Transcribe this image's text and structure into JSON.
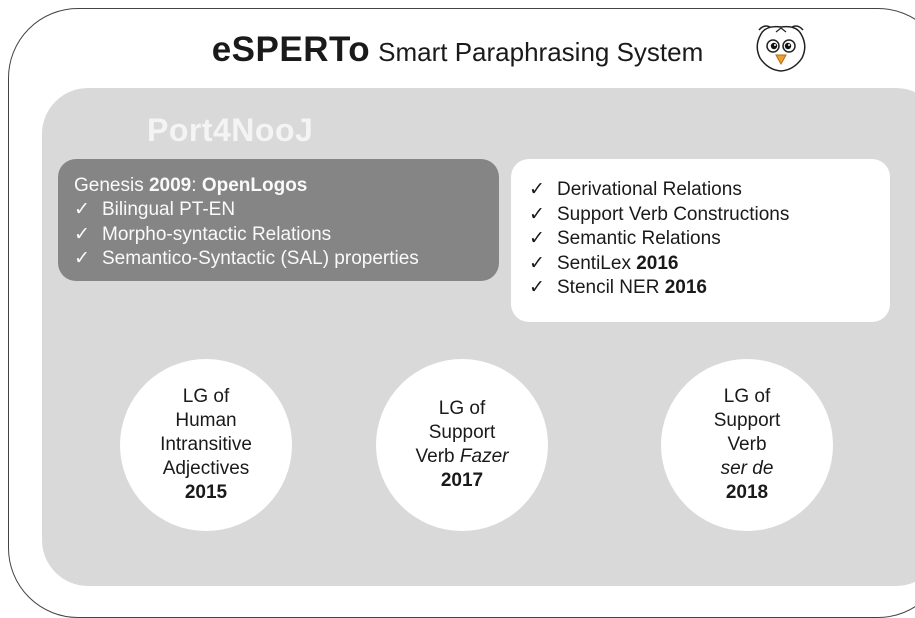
{
  "header": {
    "title_main": "eSPERTo",
    "title_sub": "Smart Paraphrasing System",
    "mascot_icon": "owl-icon"
  },
  "port4nooj": {
    "heading": "Port4NooJ"
  },
  "genesis": {
    "prefix": "Genesis ",
    "year": "2009",
    "colon": ": ",
    "name": "OpenLogos",
    "items": [
      "Bilingual PT-EN",
      "Morpho-syntactic Relations",
      "Semantico-Syntactic (SAL) properties"
    ]
  },
  "features": {
    "items": [
      {
        "text": "Derivational Relations",
        "year": ""
      },
      {
        "text": "Support Verb Constructions",
        "year": ""
      },
      {
        "text": "Semantic Relations",
        "year": ""
      },
      {
        "text": "SentiLex ",
        "year": "2016"
      },
      {
        "text": "Stencil NER ",
        "year": "2016"
      }
    ]
  },
  "circles": [
    {
      "lines": [
        "LG of",
        "Human",
        "Intransitive",
        "Adjectives"
      ],
      "year": "2015"
    },
    {
      "lines": [
        "LG of",
        "Support"
      ],
      "verb": "Verb ",
      "verb_italic": "Fazer",
      "year": "2017"
    },
    {
      "lines": [
        "LG of",
        "Support",
        "Verb"
      ],
      "italic": "ser de",
      "year": "2018"
    }
  ],
  "check_glyph": "✓",
  "colors": {
    "outer_border": "#444444",
    "inner_panel": "#d9d9d9",
    "genesis_box": "#858585",
    "feature_box": "#ffffff"
  }
}
